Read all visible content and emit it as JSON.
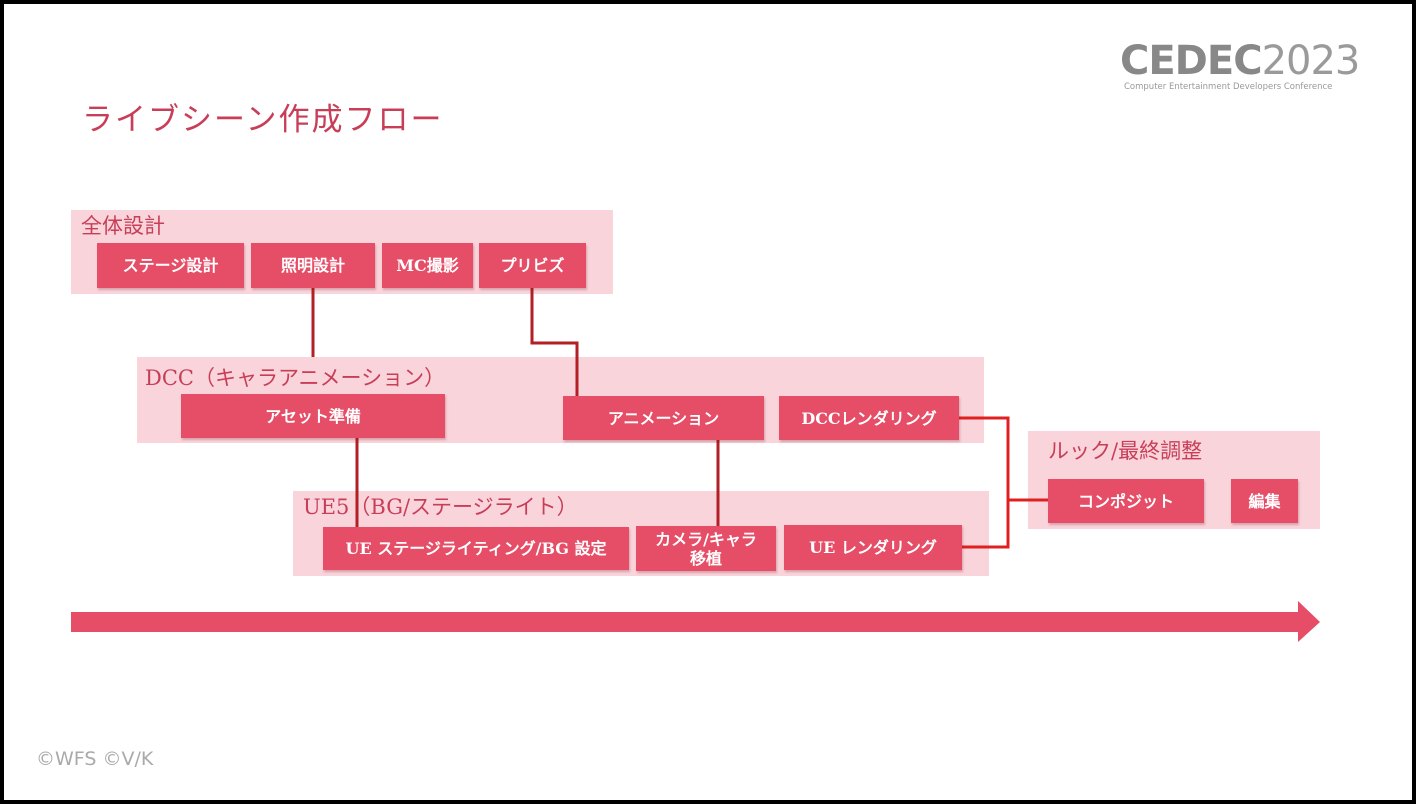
{
  "title": "ライブシーン作成フロー",
  "logo": {
    "main_bold": "CEDEC",
    "main_year": "2023",
    "sub": "Computer Entertainment Developers Conference"
  },
  "groups": {
    "design": {
      "label": "全体設計"
    },
    "dcc": {
      "label": "DCC（キャラアニメーション）"
    },
    "ue5": {
      "label": "UE5（BG/ステージライト）"
    },
    "look": {
      "label": "ルック/最終調整"
    }
  },
  "boxes": {
    "stage_design": "ステージ設計",
    "lighting_design": "照明設計",
    "mc_shoot": "MC撮影",
    "previz": "プリビズ",
    "asset_prep": "アセット準備",
    "animation": "アニメーション",
    "dcc_render": "DCCレンダリング",
    "ue_stage_lighting": "UE ステージライティング/BG 設定",
    "camera_char": "カメラ/キャラ\n移植",
    "ue_render": "UE レンダリング",
    "composite": "コンポジット",
    "edit": "編集"
  },
  "colors": {
    "accent": "#e64d67",
    "group_bg": "#f9d4da",
    "connector": "#b21f24",
    "connector_bright": "#e02020",
    "title": "#c83e58"
  },
  "copyright": "©WFS ©V/K"
}
